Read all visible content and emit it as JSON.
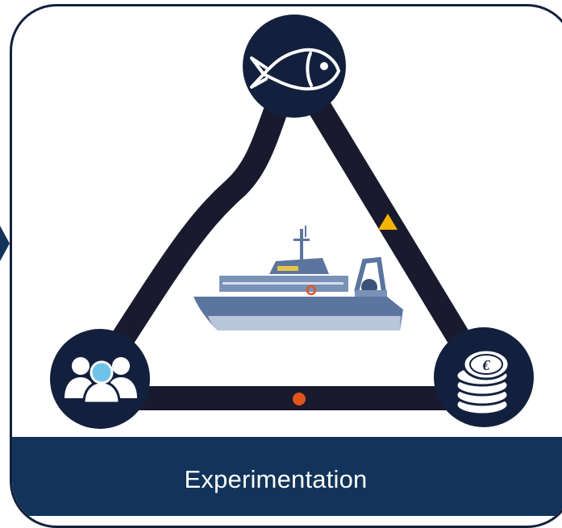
{
  "footer": {
    "label": "Experimentation"
  },
  "nodes": {
    "top": {
      "icon": "fish-icon"
    },
    "left": {
      "icon": "people-group-icon"
    },
    "right": {
      "icon": "coins-euro-icon",
      "currency_symbol": "€"
    }
  },
  "center": {
    "icon": "fishing-trawler-icon"
  },
  "markers": {
    "edge_marker": {
      "shape": "triangle",
      "color": "#f4b400"
    },
    "base_marker": {
      "shape": "circle",
      "color": "#e2541c"
    }
  },
  "colors": {
    "frame": "#13203d",
    "footer_bg": "#13345a",
    "node_bg": "#13203d",
    "edge": "#1a1a2e",
    "boat_hull": "#5b759e",
    "highlight": "#6fc3e8"
  }
}
